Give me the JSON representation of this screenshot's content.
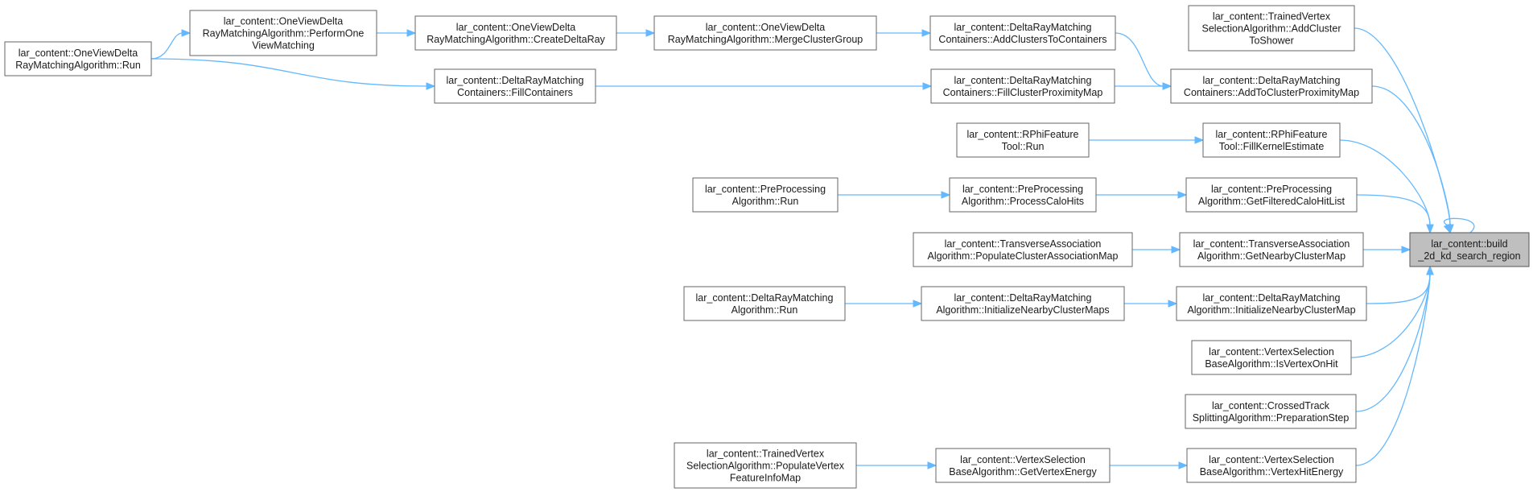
{
  "graph": {
    "nodes": [
      {
        "id": "target",
        "lines": [
          "lar_content::build",
          "_2d_kd_search_region"
        ]
      },
      {
        "id": "addClusterToShower",
        "lines": [
          "lar_content::TrainedVertex",
          "SelectionAlgorithm::AddCluster",
          "ToShower"
        ]
      },
      {
        "id": "addToClusterProximityMap",
        "lines": [
          "lar_content::DeltaRayMatching",
          "Containers::AddToClusterProximityMap"
        ]
      },
      {
        "id": "fillKernelEstimate",
        "lines": [
          "lar_content::RPhiFeature",
          "Tool::FillKernelEstimate"
        ]
      },
      {
        "id": "getFilteredCaloHitList",
        "lines": [
          "lar_content::PreProcessing",
          "Algorithm::GetFilteredCaloHitList"
        ]
      },
      {
        "id": "getNearbyClusterMap",
        "lines": [
          "lar_content::TransverseAssociation",
          "Algorithm::GetNearbyClusterMap"
        ]
      },
      {
        "id": "initializeNearbyClusterMap",
        "lines": [
          "lar_content::DeltaRayMatching",
          "Algorithm::InitializeNearbyClusterMap"
        ]
      },
      {
        "id": "isVertexOnHit",
        "lines": [
          "lar_content::VertexSelection",
          "BaseAlgorithm::IsVertexOnHit"
        ]
      },
      {
        "id": "preparationStep",
        "lines": [
          "lar_content::CrossedTrack",
          "SplittingAlgorithm::PreparationStep"
        ]
      },
      {
        "id": "vertexHitEnergy",
        "lines": [
          "lar_content::VertexSelection",
          "BaseAlgorithm::VertexHitEnergy"
        ]
      },
      {
        "id": "addClustersToContainers",
        "lines": [
          "lar_content::DeltaRayMatching",
          "Containers::AddClustersToContainers"
        ]
      },
      {
        "id": "fillClusterProximityMap",
        "lines": [
          "lar_content::DeltaRayMatching",
          "Containers::FillClusterProximityMap"
        ]
      },
      {
        "id": "rphiRun",
        "lines": [
          "lar_content::RPhiFeature",
          "Tool::Run"
        ]
      },
      {
        "id": "processCaloHits",
        "lines": [
          "lar_content::PreProcessing",
          "Algorithm::ProcessCaloHits"
        ]
      },
      {
        "id": "populateClusterAssociationMap",
        "lines": [
          "lar_content::TransverseAssociation",
          "Algorithm::PopulateClusterAssociationMap"
        ]
      },
      {
        "id": "initializeNearbyClusterMaps",
        "lines": [
          "lar_content::DeltaRayMatching",
          "Algorithm::InitializeNearbyClusterMaps"
        ]
      },
      {
        "id": "getVertexEnergy",
        "lines": [
          "lar_content::VertexSelection",
          "BaseAlgorithm::GetVertexEnergy"
        ]
      },
      {
        "id": "mergeClusterGroup",
        "lines": [
          "lar_content::OneViewDelta",
          "RayMatchingAlgorithm::MergeClusterGroup"
        ]
      },
      {
        "id": "fillContainers",
        "lines": [
          "lar_content::DeltaRayMatching",
          "Containers::FillContainers"
        ]
      },
      {
        "id": "preProcessingRun",
        "lines": [
          "lar_content::PreProcessing",
          "Algorithm::Run"
        ]
      },
      {
        "id": "deltaRayMatchingRun",
        "lines": [
          "lar_content::DeltaRayMatching",
          "Algorithm::Run"
        ]
      },
      {
        "id": "populateVertexFeatureInfoMap",
        "lines": [
          "lar_content::TrainedVertex",
          "SelectionAlgorithm::PopulateVertex",
          "FeatureInfoMap"
        ]
      },
      {
        "id": "createDeltaRay",
        "lines": [
          "lar_content::OneViewDelta",
          "RayMatchingAlgorithm::CreateDeltaRay"
        ]
      },
      {
        "id": "performOneViewMatching",
        "lines": [
          "lar_content::OneViewDelta",
          "RayMatchingAlgorithm::PerformOne",
          "ViewMatching"
        ]
      },
      {
        "id": "oneViewRun",
        "lines": [
          "lar_content::OneViewDelta",
          "RayMatchingAlgorithm::Run"
        ]
      }
    ],
    "edges": [
      {
        "from": "addClusterToShower",
        "to": "target"
      },
      {
        "from": "addToClusterProximityMap",
        "to": "target"
      },
      {
        "from": "fillKernelEstimate",
        "to": "target"
      },
      {
        "from": "getFilteredCaloHitList",
        "to": "target"
      },
      {
        "from": "getNearbyClusterMap",
        "to": "target"
      },
      {
        "from": "initializeNearbyClusterMap",
        "to": "target"
      },
      {
        "from": "isVertexOnHit",
        "to": "target"
      },
      {
        "from": "preparationStep",
        "to": "target"
      },
      {
        "from": "vertexHitEnergy",
        "to": "target"
      },
      {
        "from": "target",
        "to": "target"
      },
      {
        "from": "addClustersToContainers",
        "to": "addToClusterProximityMap"
      },
      {
        "from": "fillClusterProximityMap",
        "to": "addToClusterProximityMap"
      },
      {
        "from": "rphiRun",
        "to": "fillKernelEstimate"
      },
      {
        "from": "processCaloHits",
        "to": "getFilteredCaloHitList"
      },
      {
        "from": "populateClusterAssociationMap",
        "to": "getNearbyClusterMap"
      },
      {
        "from": "initializeNearbyClusterMaps",
        "to": "initializeNearbyClusterMap"
      },
      {
        "from": "getVertexEnergy",
        "to": "vertexHitEnergy"
      },
      {
        "from": "mergeClusterGroup",
        "to": "addClustersToContainers"
      },
      {
        "from": "fillContainers",
        "to": "fillClusterProximityMap"
      },
      {
        "from": "preProcessingRun",
        "to": "processCaloHits"
      },
      {
        "from": "deltaRayMatchingRun",
        "to": "initializeNearbyClusterMaps"
      },
      {
        "from": "populateVertexFeatureInfoMap",
        "to": "getVertexEnergy"
      },
      {
        "from": "createDeltaRay",
        "to": "mergeClusterGroup"
      },
      {
        "from": "oneViewRun",
        "to": "fillContainers"
      },
      {
        "from": "performOneViewMatching",
        "to": "createDeltaRay"
      },
      {
        "from": "oneViewRun",
        "to": "performOneViewMatching"
      }
    ]
  }
}
